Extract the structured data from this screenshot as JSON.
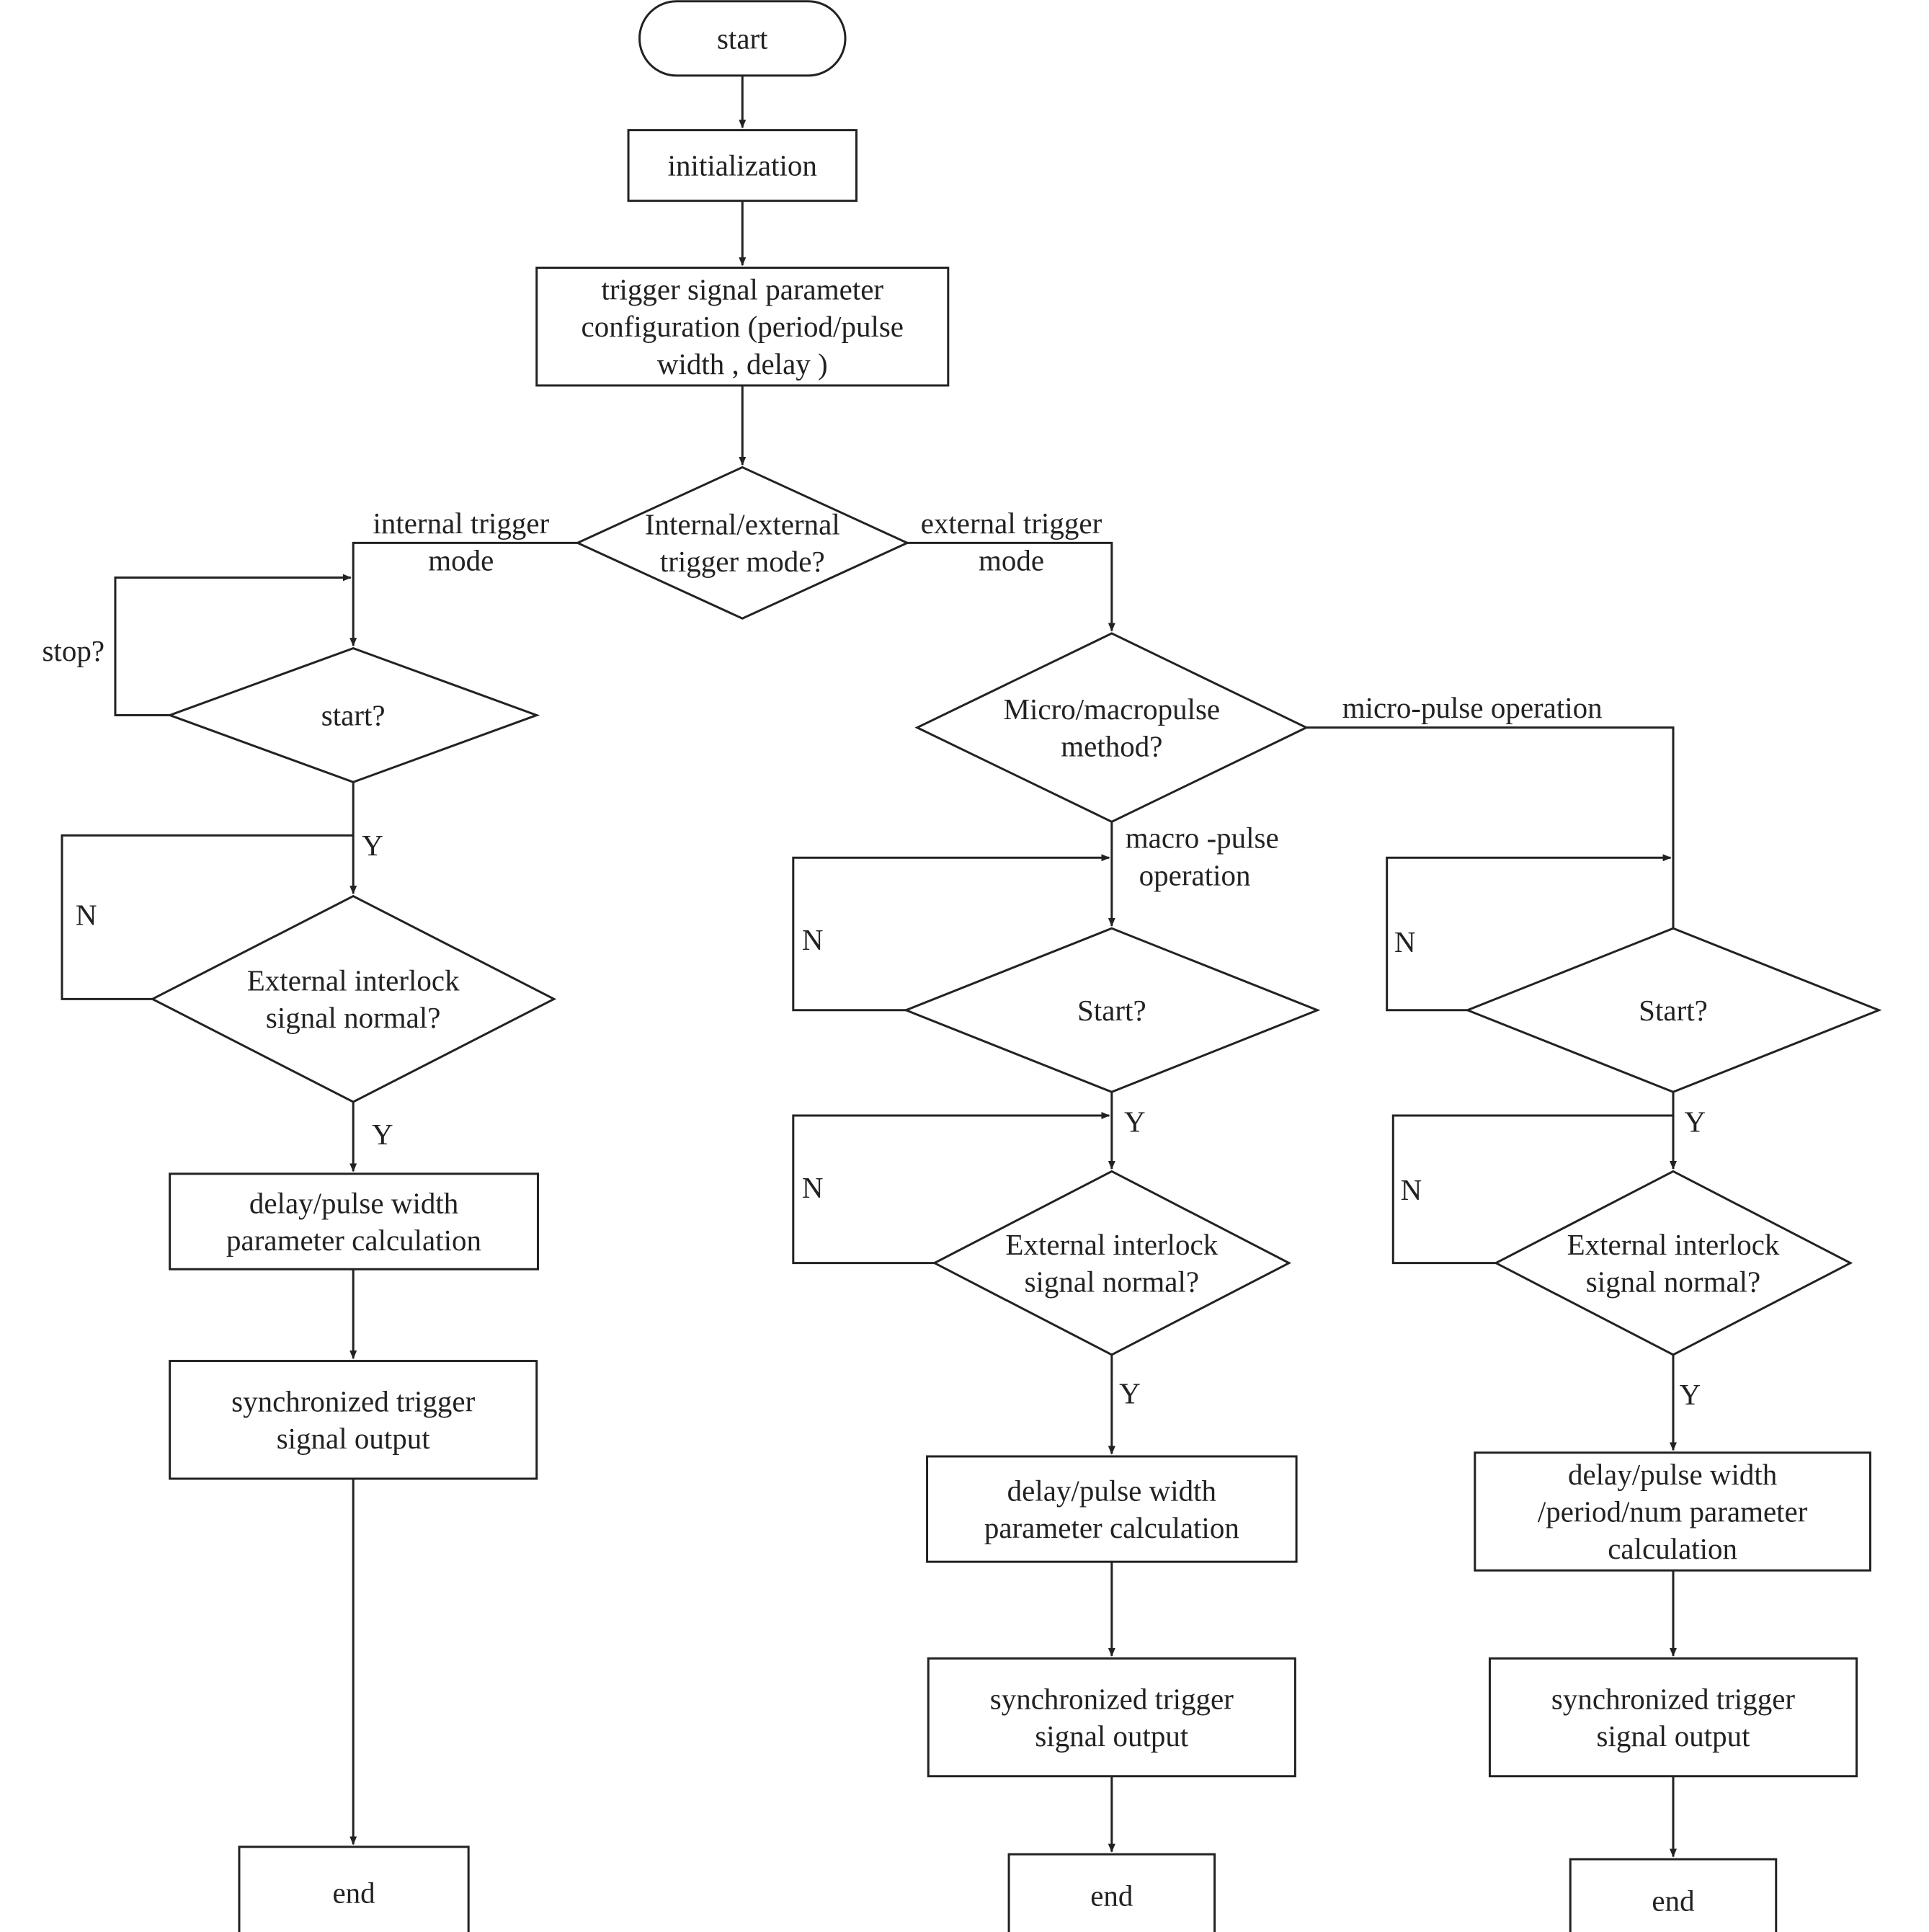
{
  "nodes": {
    "start": {
      "lines": [
        "start"
      ]
    },
    "init": {
      "lines": [
        "initialization"
      ]
    },
    "config": {
      "lines": [
        "trigger signal parameter",
        "configuration (period/pulse",
        "width , delay )"
      ]
    },
    "mode": {
      "lines": [
        "Internal/external",
        "trigger mode?"
      ]
    },
    "l_start": {
      "lines": [
        "start?"
      ]
    },
    "l_interlock": {
      "lines": [
        "External interlock",
        "signal normal?"
      ]
    },
    "l_calc": {
      "lines": [
        "delay/pulse width",
        "parameter calculation"
      ]
    },
    "l_output": {
      "lines": [
        "synchronized trigger",
        "signal output"
      ]
    },
    "l_end": {
      "lines": [
        "end"
      ]
    },
    "method": {
      "lines": [
        "Micro/macropulse",
        "method?"
      ]
    },
    "m_start": {
      "lines": [
        "Start?"
      ]
    },
    "m_interlock": {
      "lines": [
        "External interlock",
        "signal normal?"
      ]
    },
    "m_calc": {
      "lines": [
        "delay/pulse width",
        "parameter calculation"
      ]
    },
    "m_output": {
      "lines": [
        "synchronized trigger",
        "signal  output"
      ]
    },
    "m_end": {
      "lines": [
        "end"
      ]
    },
    "r_start": {
      "lines": [
        "Start?"
      ]
    },
    "r_interlock": {
      "lines": [
        "External interlock",
        "signal normal?"
      ]
    },
    "r_calc": {
      "lines": [
        "delay/pulse width",
        "/period/num parameter",
        "calculation"
      ]
    },
    "r_output": {
      "lines": [
        "synchronized trigger",
        "signal output"
      ]
    },
    "r_end": {
      "lines": [
        "end"
      ]
    }
  },
  "edge_labels": {
    "internal": [
      "internal trigger",
      "mode"
    ],
    "external": [
      "external trigger",
      "mode"
    ],
    "stop": [
      "stop?"
    ],
    "l_y1": [
      "Y"
    ],
    "l_n": [
      "N"
    ],
    "l_y2": [
      "Y"
    ],
    "micro": [
      "micro-pulse operation"
    ],
    "macro": [
      "macro -pulse",
      "operation"
    ],
    "m_n1": [
      "N"
    ],
    "m_y1": [
      "Y"
    ],
    "m_n2": [
      "N"
    ],
    "m_y2": [
      "Y"
    ],
    "r_n1": [
      "N"
    ],
    "r_y1": [
      "Y"
    ],
    "r_n2": [
      "N"
    ],
    "r_y2": [
      "Y"
    ]
  }
}
